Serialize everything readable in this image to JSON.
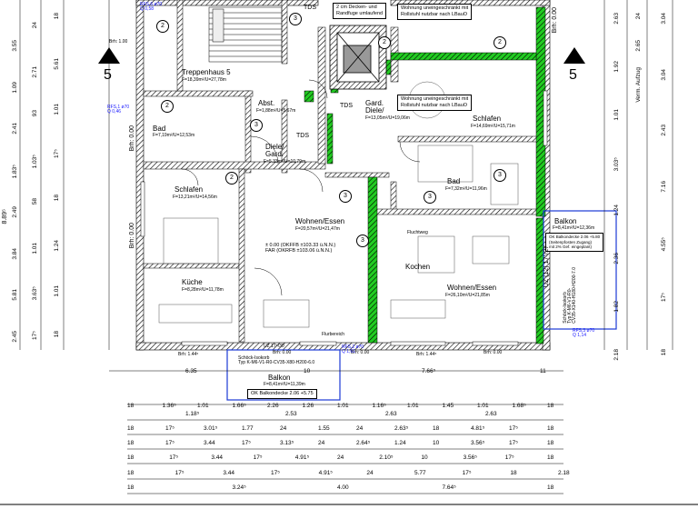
{
  "rooms": {
    "treppenhaus": {
      "name": "Treppenhaus 5",
      "area": "F=18,39m²/U=27,78m"
    },
    "bad_left": {
      "name": "Bad",
      "area": "F=7,19m²/U=12,53m"
    },
    "abst": {
      "name": "Abst.",
      "area": "F=1,88m²/U=5,67m"
    },
    "diele_left": {
      "name": "Diele/\nGard.",
      "area": "F=5,33m²/U=10,79m"
    },
    "schlafen_left": {
      "name": "Schlafen",
      "area": "F=13,21m²/U=14,56m"
    },
    "wohnen_left": {
      "name": "Wohnen/Essen",
      "area": "F=20,57m²/U=21,47m"
    },
    "kueche": {
      "name": "Küche",
      "area": "F=8,28m²/U=11,78m"
    },
    "gard_diele_right": {
      "name": "Gard.\nDiele/",
      "area": "F=13,05m²/U=19,06m"
    },
    "schlafen_right": {
      "name": "Schlafen",
      "area": "F=14,69m²/U=15,71m"
    },
    "bad_right": {
      "name": "Bad",
      "area": "F=7,32m²/U=11,96m"
    },
    "kochen": {
      "name": "Kochen"
    },
    "wohnen_right": {
      "name": "Wohnen/Essen",
      "area": "F=26,10m²/U=21,85m"
    },
    "balkon_bottom": {
      "name": "Balkon",
      "area": "F=8,41m²/U=11,39m"
    },
    "balkon_right": {
      "name": "Balkon",
      "area": "F=8,41m²/U=12,36m"
    }
  },
  "notes": {
    "wohnung1": "Wohnung uneingeschränkt mit\nRollstuhl nutzbar nach LBauO",
    "wohnung2": "Wohnung uneingeschränkt mit\nRollstuhl nutzbar nach LBauO",
    "tds_box": "2 cm Decken- und\nRandfuge umlaufend",
    "balkondecke_bottom": "OK Balkondecke 2.06 +5.75",
    "balkondecke_right": "OK Balkondecke 2.06 +5.80\n(Seitenpfosten Zugang)\nmit 2% Gef. eingeplant)",
    "schoeck_bottom": "Schöck-Isokorb\nTyp K-M6-V1-R0-CV35-X80-H200-6.0",
    "schoeck_right": "Schöck-Isokorb\nTyp K-M6-V1-R0-\nCV35-X140-H180-H200-7.0",
    "hoehe_left": "± 0.00 (OKFFB ±103.33 ü.N.N.)\nFAR (OKRFB ±103.06 ü.N.N.)"
  },
  "labels": {
    "tds1": "TDS",
    "tds2": "TDS",
    "tds3": "TDS",
    "brh_top": "Brh: 1.00",
    "brh_left_0": "Brh: 0.00",
    "brh_left_0b": "Brh: 0.00",
    "brh_bottom_1": "Brh: 1.44⁵",
    "brh_bottom_2": "Brh: 0.00",
    "brh_bottom_3": "Brh: 0.00",
    "brh_bottom_4": "Brh: 1.44⁵",
    "brh_bottom_5": "Brh: 0.00",
    "brh_right_0": "Brh: 0.00",
    "rfs_top": "RFS,6 ø70\nQ 0,58",
    "rfs_left": "RFS,1 ø70\nQ 0,46",
    "rfs_bottom": "RFS,2 ø70\nQ 1,61",
    "rfs_right": "RFS,3 ø70\nQ 1,14",
    "section_left": "5",
    "section_right": "5",
    "flurbereich": "Flurbereich",
    "uz_bottom": "UZ 17⁵/30",
    "uz_right": "UZ (12) 17⁵/27",
    "fluchtweg": "Fluchtweg"
  },
  "circles": [
    "2",
    "3",
    "2",
    "2",
    "2",
    "3",
    "3",
    "3",
    "3",
    "2",
    "3"
  ],
  "dimensions": {
    "row1": [
      "18",
      "1.36⁵",
      "1.01",
      "1.66⁵",
      "2.26",
      "1.26",
      "1.01",
      "1.16⁵",
      "1.01",
      "1.45",
      "1.01",
      "1.68⁵",
      "18"
    ],
    "row2": [
      "1.18⁵",
      "2.53",
      "2.63",
      "2.63"
    ],
    "row3": [
      "18",
      "17⁵",
      "3.01⁵",
      "1.77",
      "24",
      "1.55",
      "24",
      "2.63⁵",
      "18",
      "4.81⁵",
      "17⁵",
      "18"
    ],
    "row4": [
      "18",
      "17⁵",
      "3.44",
      "17⁵",
      "3.13⁵",
      "24",
      "2.64⁵",
      "1.24",
      "10",
      "3.56⁵",
      "17⁵",
      "18"
    ],
    "row5": [
      "18",
      "17⁵",
      "3.44",
      "17⁵",
      "4.91⁵",
      "24",
      "2.10⁵",
      "10",
      "3.56⁵",
      "17⁵",
      "18"
    ],
    "row6": [
      "18",
      "17⁵",
      "3.44",
      "17⁵",
      "4.91⁵",
      "24",
      "5.77",
      "17⁵",
      "18",
      "2.18"
    ],
    "row7": [
      "18",
      "3.24⁵",
      "4.00",
      "7.64⁵",
      "18"
    ],
    "top_row": [
      "6.35",
      "10",
      "7.66⁵",
      "11"
    ],
    "left_col_a": [
      "3.55",
      "1.09",
      "2.41",
      "1.83⁵",
      "2.49",
      "3.84",
      "5.81",
      "2.45"
    ],
    "left_col_b": [
      "24",
      "2.71",
      "93",
      "1.03⁵",
      "58",
      "1.01",
      "3.63⁵",
      "17⁵"
    ],
    "left_col_c": [
      "18",
      "5.61",
      "1.01",
      "17⁵",
      "18",
      "1.24",
      "1.01",
      "18"
    ],
    "left_total": "8.89⁵",
    "right_col_a": [
      "2.63",
      "1.92",
      "1.01",
      "3.03⁵",
      "1.24",
      "2.36",
      "1.82",
      "2.18"
    ],
    "right_col_b": [
      "3.04",
      "3.04",
      "2.43",
      "7.16",
      "4.55⁵",
      "17⁵",
      "18"
    ],
    "right_col_c": [
      "24",
      "2.65",
      "Verm. Aufzug"
    ]
  }
}
